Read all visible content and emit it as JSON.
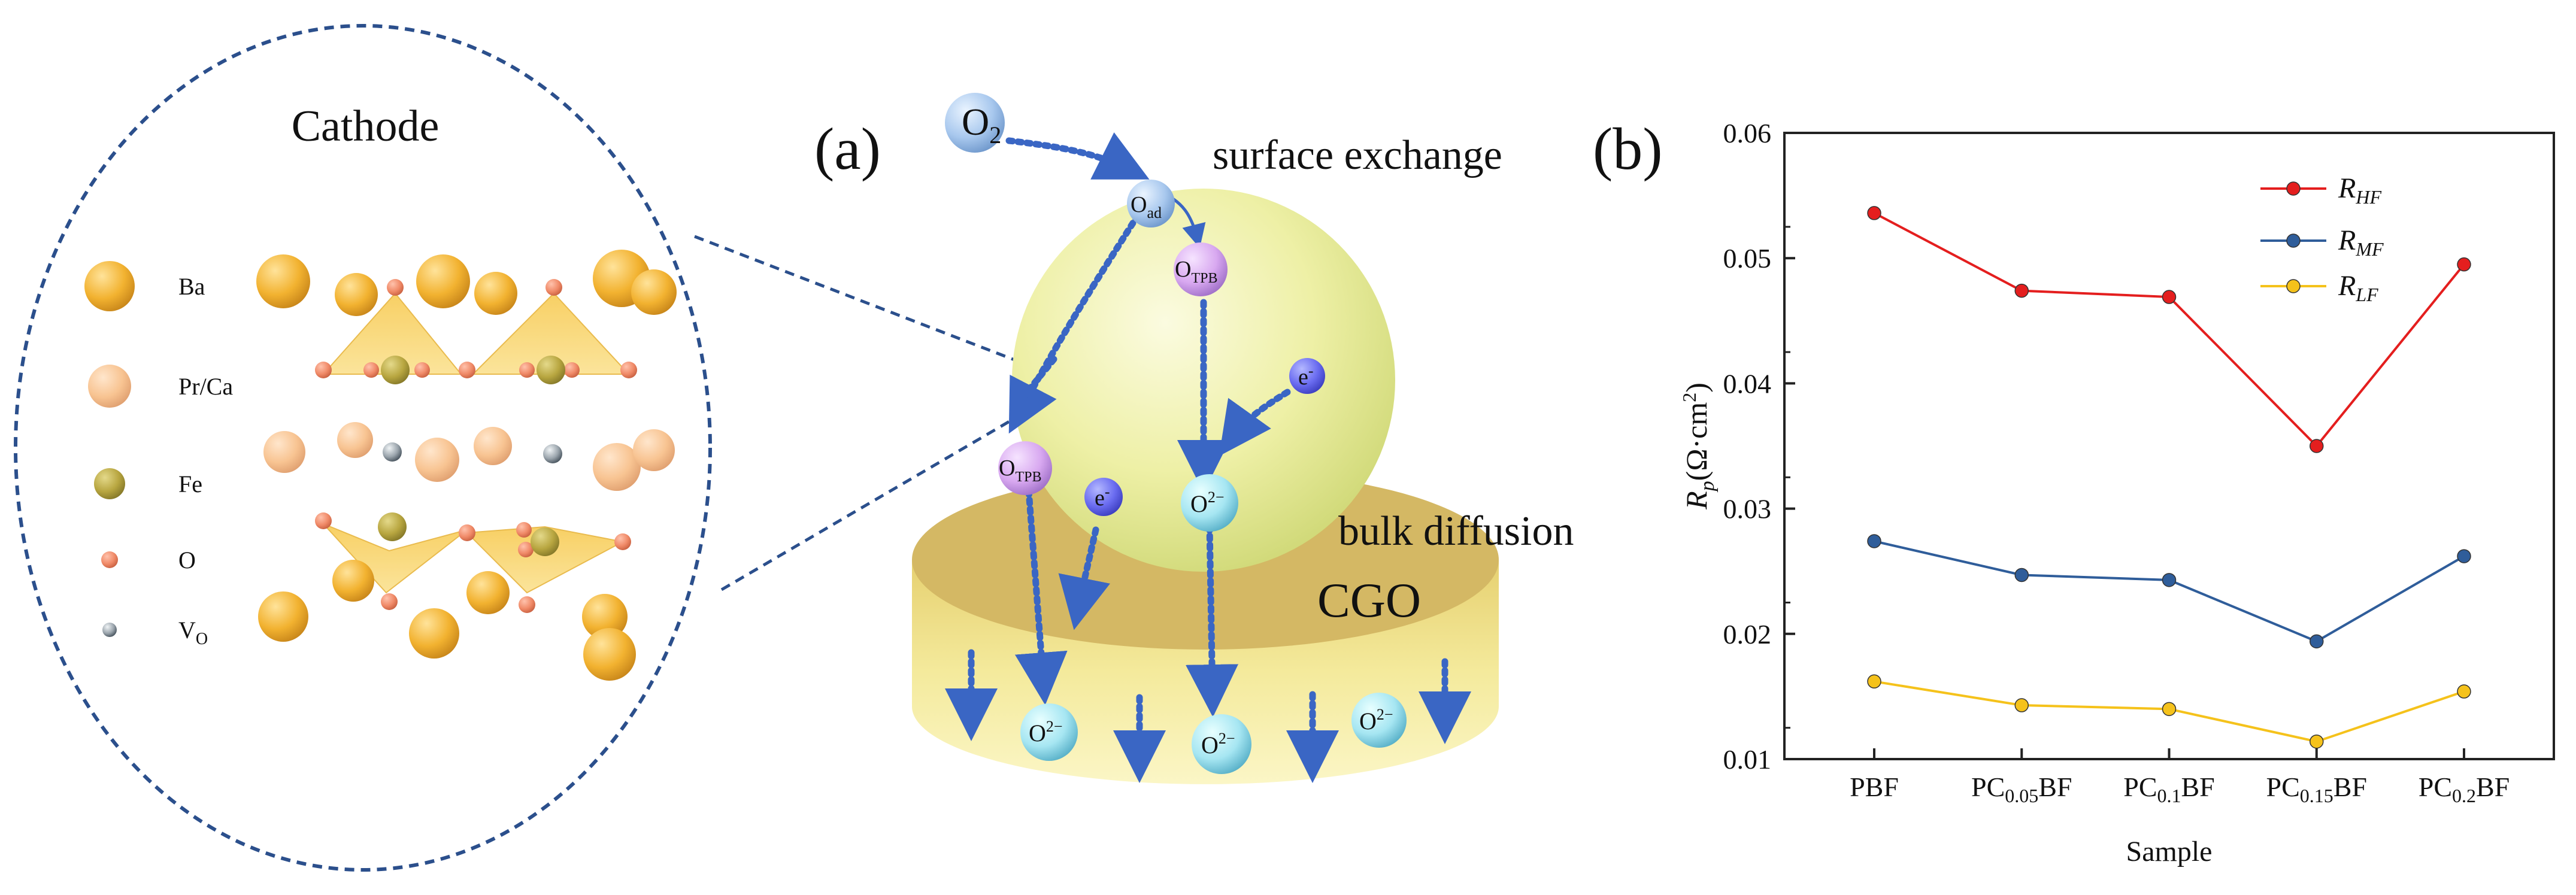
{
  "cathode": {
    "title": "Cathode",
    "legend": [
      {
        "label": "Ba",
        "color": "#f2b230"
      },
      {
        "label": "Pr/Ca",
        "color": "#f8c492"
      },
      {
        "label": "Fe",
        "color": "#b8a640"
      },
      {
        "label": "O",
        "color": "#f08a68"
      },
      {
        "label": "V",
        "sub": "O",
        "color": "#9aa4ac"
      }
    ]
  },
  "panel_a": {
    "label": "(a)",
    "o2": {
      "main": "O",
      "sub": "2"
    },
    "surface_exchange": "surface exchange",
    "bulk_diffusion": "bulk diffusion",
    "cgo": "CGO",
    "o_ad": {
      "main": "O",
      "sub": "ad"
    },
    "o_tpb": {
      "main": "O",
      "sub": "TPB"
    },
    "electron": {
      "main": "e",
      "sup": "-"
    },
    "o2minus": {
      "main": "O",
      "sup": "2−"
    }
  },
  "panel_b": {
    "label": "(b)",
    "colors": {
      "HF": "#e41e1e",
      "MF": "#2f5d9a",
      "LF": "#f5c21b"
    },
    "chart_data": {
      "type": "line",
      "categories": [
        {
          "main": "PBF",
          "sub": "",
          "tail": ""
        },
        {
          "main": "PC",
          "sub": "0.05",
          "tail": "BF"
        },
        {
          "main": "PC",
          "sub": "0.1",
          "tail": "BF"
        },
        {
          "main": "PC",
          "sub": "0.15",
          "tail": "BF"
        },
        {
          "main": "PC",
          "sub": "0.2",
          "tail": "BF"
        }
      ],
      "series": [
        {
          "name": "R",
          "sub": "HF",
          "key": "HF",
          "values": [
            0.0536,
            0.0474,
            0.0469,
            0.035,
            0.0495
          ]
        },
        {
          "name": "R",
          "sub": "MF",
          "key": "MF",
          "values": [
            0.0274,
            0.0247,
            0.0243,
            0.0194,
            0.0262
          ]
        },
        {
          "name": "R",
          "sub": "LF",
          "key": "LF",
          "values": [
            0.0162,
            0.0143,
            0.014,
            0.0114,
            0.0154
          ]
        }
      ],
      "ylim": [
        0.01,
        0.06
      ],
      "yticks": [
        "0.01",
        "0.02",
        "0.03",
        "0.04",
        "0.05",
        "0.06"
      ],
      "xlabel": "Sample",
      "ylabel": {
        "main": "R",
        "sub": "p",
        "tail": "(Ω·cm",
        "sup": "2",
        "end": ")"
      },
      "legend_position": "top-right",
      "grid": false
    }
  }
}
